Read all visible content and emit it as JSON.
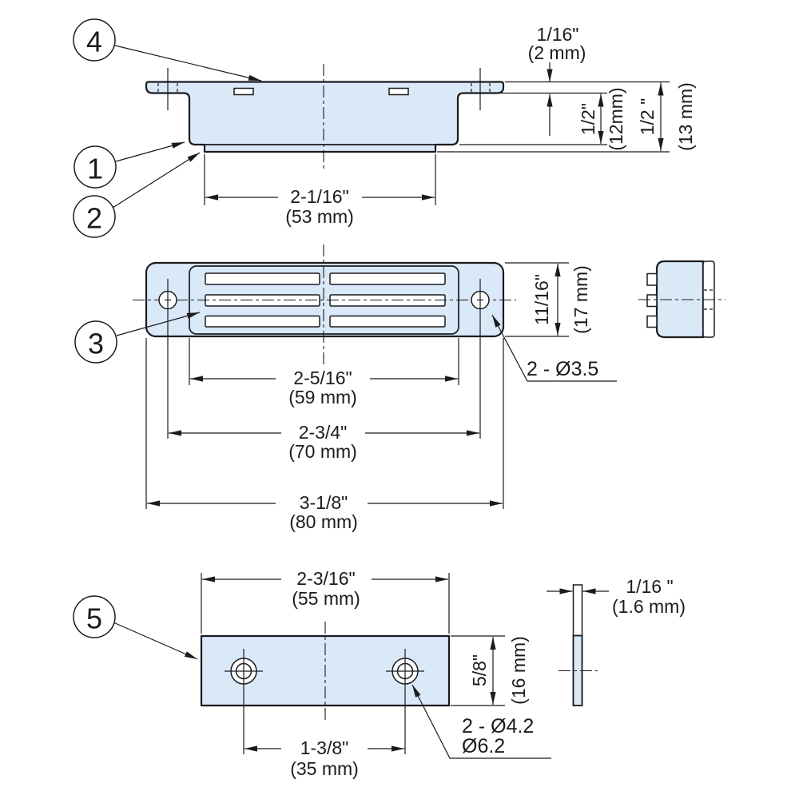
{
  "colors": {
    "part_fill": "#d9e9f8",
    "line": "#1b1b1f",
    "background": "#ffffff"
  },
  "callouts": {
    "balloon_4": "4",
    "balloon_1": "1",
    "balloon_2": "2",
    "balloon_3": "3",
    "balloon_5": "5"
  },
  "side_profile": {
    "step_height": {
      "inch": "1/16\"",
      "mm": "(2 mm)"
    },
    "body_height": {
      "inch": "1/2\"",
      "mm": "(12mm)"
    },
    "overall_height": {
      "inch": "1/2 \"",
      "mm": "(13 mm)"
    },
    "magnet_width": {
      "inch": "2-1/16\"",
      "mm": "(53 mm)"
    }
  },
  "front_view": {
    "height": {
      "inch": "11/16\"",
      "mm": "(17 mm)"
    },
    "inner_width": {
      "inch": "2-5/16\"",
      "mm": "(59 mm)"
    },
    "hole_pitch": {
      "inch": "2-3/4\"",
      "mm": "(70 mm)"
    },
    "overall_width": {
      "inch": "3-1/8\"",
      "mm": "(80 mm)"
    },
    "hole_note": "2 - Ø3.5"
  },
  "strike_plate": {
    "width": {
      "inch": "2-3/16\"",
      "mm": "(55 mm)"
    },
    "height": {
      "inch": "5/8\"",
      "mm": "(16 mm)"
    },
    "hole_pitch": {
      "inch": "1-3/8\"",
      "mm": "(35 mm)"
    },
    "thickness": {
      "inch": "1/16 \"",
      "mm": "(1.6 mm)"
    },
    "hole_note_line1": "2 - Ø4.2",
    "hole_note_line2": "Ø6.2"
  }
}
